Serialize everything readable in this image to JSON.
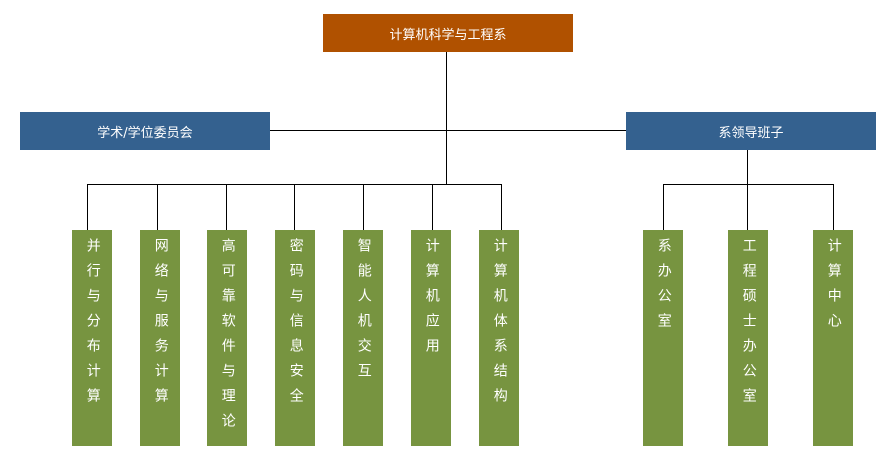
{
  "colors": {
    "root": "#b05100",
    "branch": "#34618f",
    "leaf": "#779440",
    "line": "#000000"
  },
  "root": {
    "label": "计算机科学与工程系"
  },
  "branches": {
    "left": {
      "label": "学术/学位委员会"
    },
    "right": {
      "label": "系领导班子"
    }
  },
  "departments": [
    {
      "label": "并行与分布计算"
    },
    {
      "label": "网络与服务计算"
    },
    {
      "label": "高可靠软件与理论"
    },
    {
      "label": "密码与信息安全"
    },
    {
      "label": "智能人机交互"
    },
    {
      "label": "计算机应用"
    },
    {
      "label": "计算机体系结构"
    }
  ],
  "offices": [
    {
      "label": "系办公室"
    },
    {
      "label": "工程硕士办公室"
    },
    {
      "label": "计算中心"
    }
  ]
}
